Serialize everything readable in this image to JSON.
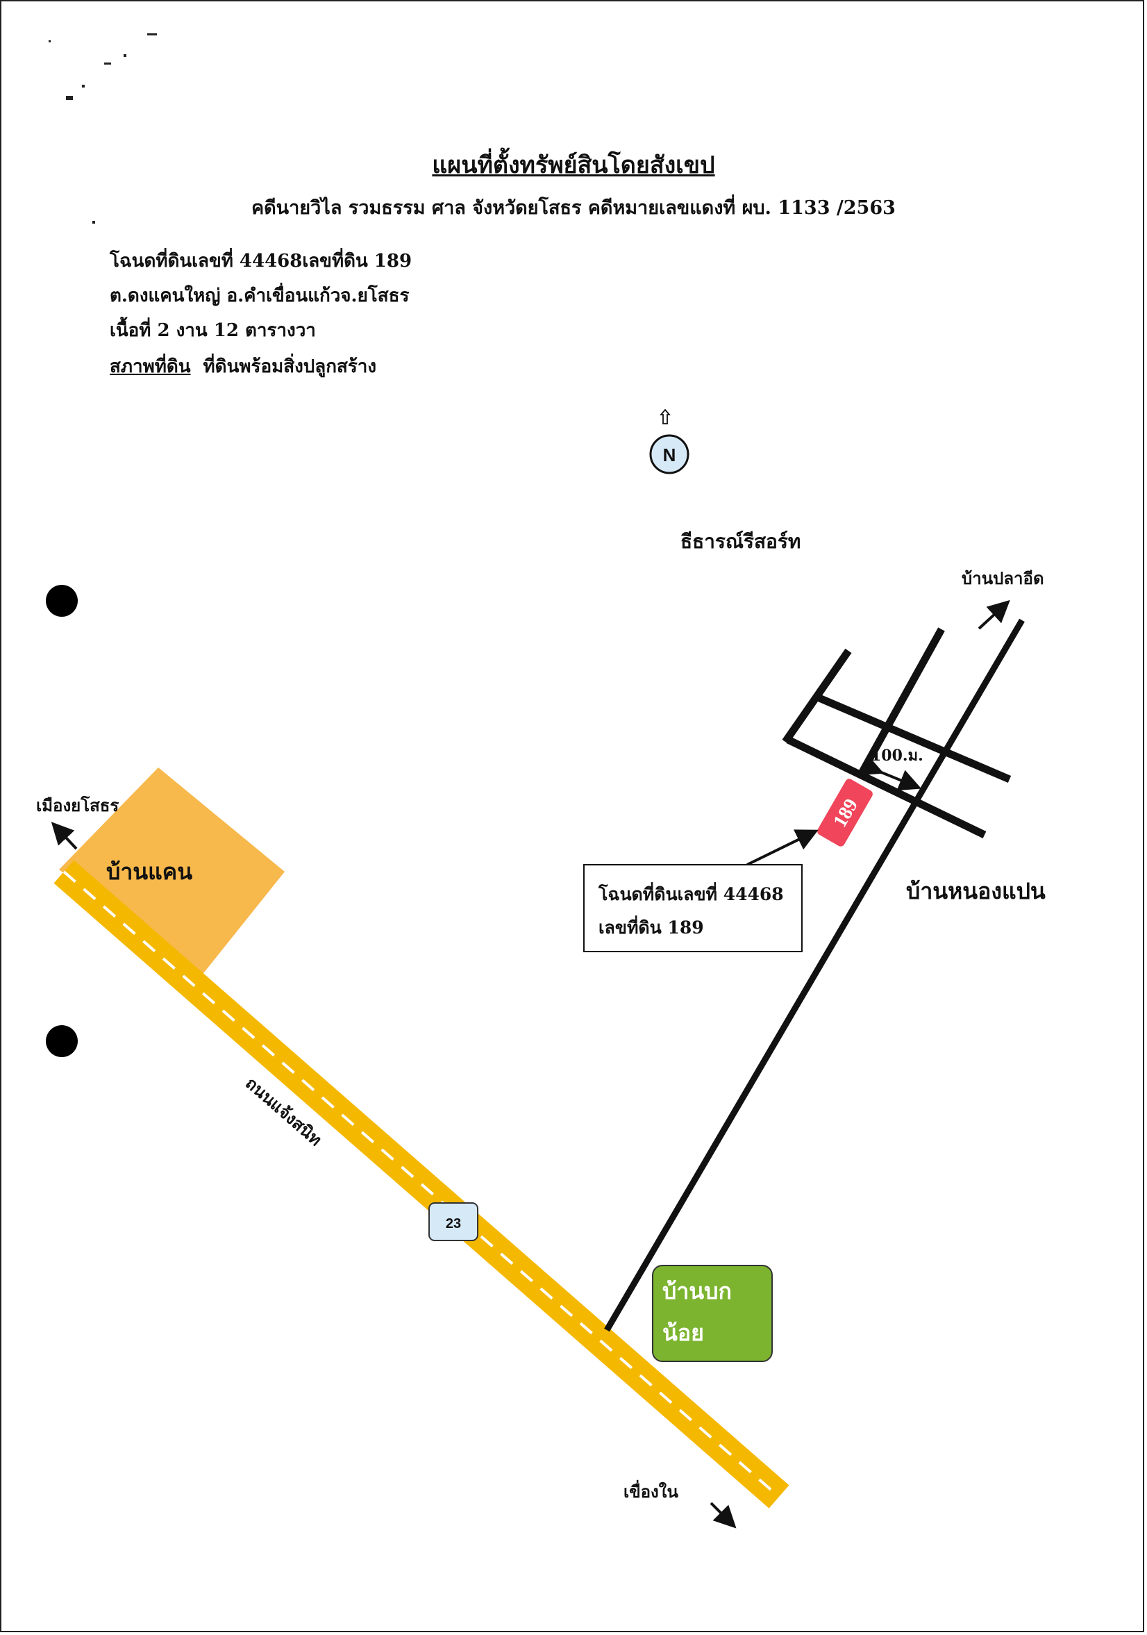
{
  "header": {
    "title": "แผนที่ตั้งทรัพย์สินโดยสังเขป",
    "subtitle": "คดีนายวิไล  รวมธรรม ศาล จังหวัดยโสธร คดีหมายเลขแดงที่   ผบ. 1133 /2563"
  },
  "property_info": {
    "deed_line": "โฉนดที่ดินเลขที่ 44468เลขที่ดิน 189",
    "location_line": "ต.ดงแคนใหญ่ อ.คำเขื่อนแก้วจ.ยโสธร",
    "area_line": "เนื้อที่  2 งาน 12 ตารางวา",
    "condition_label": "สภาพที่ดิน",
    "condition_value": "ที่ดินพร้อมสิ่งปลูกสร้าง"
  },
  "map": {
    "north_label": "N",
    "places": {
      "resort": "ธีธารณ์รีสอร์ท",
      "ban_pla_aid": "บ้านปลาอีด",
      "mueang_yasothon": "เมืองยโสธร",
      "ban_khaen": "บ้านแคน",
      "ban_nong_paen": "บ้านหนองแปน",
      "ban_bok_noi_line1": "บ้านบก",
      "ban_bok_noi_line2": "น้อย",
      "khueang_nai": "เขื่องใน"
    },
    "road_name": "ถนนแจ้งสนิท",
    "highway_number": "23",
    "parcel_number": "189",
    "distance_label": "100.ม.",
    "callout": {
      "line1": "โฉนดที่ดินเลขที่ 44468",
      "line2": "เลขที่ดิน 189"
    },
    "colors": {
      "ban_khaen_area": "#F7B84C",
      "ban_bok_noi_area": "#7CB430",
      "highway": "#F5B800",
      "parcel": "#F0455A",
      "highway_shield": "#D6E9F7"
    }
  }
}
